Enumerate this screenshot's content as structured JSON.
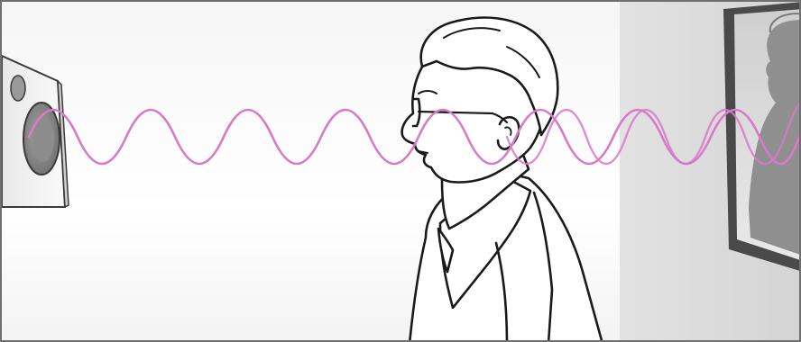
{
  "illustration": {
    "subject": "sound-wave-illustration",
    "elements": [
      "speaker-icon",
      "person-with-glasses",
      "sound-wave",
      "mirror-icon",
      "silhouette-reflection"
    ],
    "colors": {
      "wave": "#d77ac8",
      "line_art": "#1a1a1a",
      "background_light": "#fbfbfb",
      "background_shadow": "#e4e4e4",
      "speaker_body": "#f2f2f2",
      "speaker_cone": "#8c8c8c",
      "reflection_silhouette": "#8f8f8f",
      "mirror_frame": "#555555",
      "border": "#6f6f6f"
    }
  }
}
